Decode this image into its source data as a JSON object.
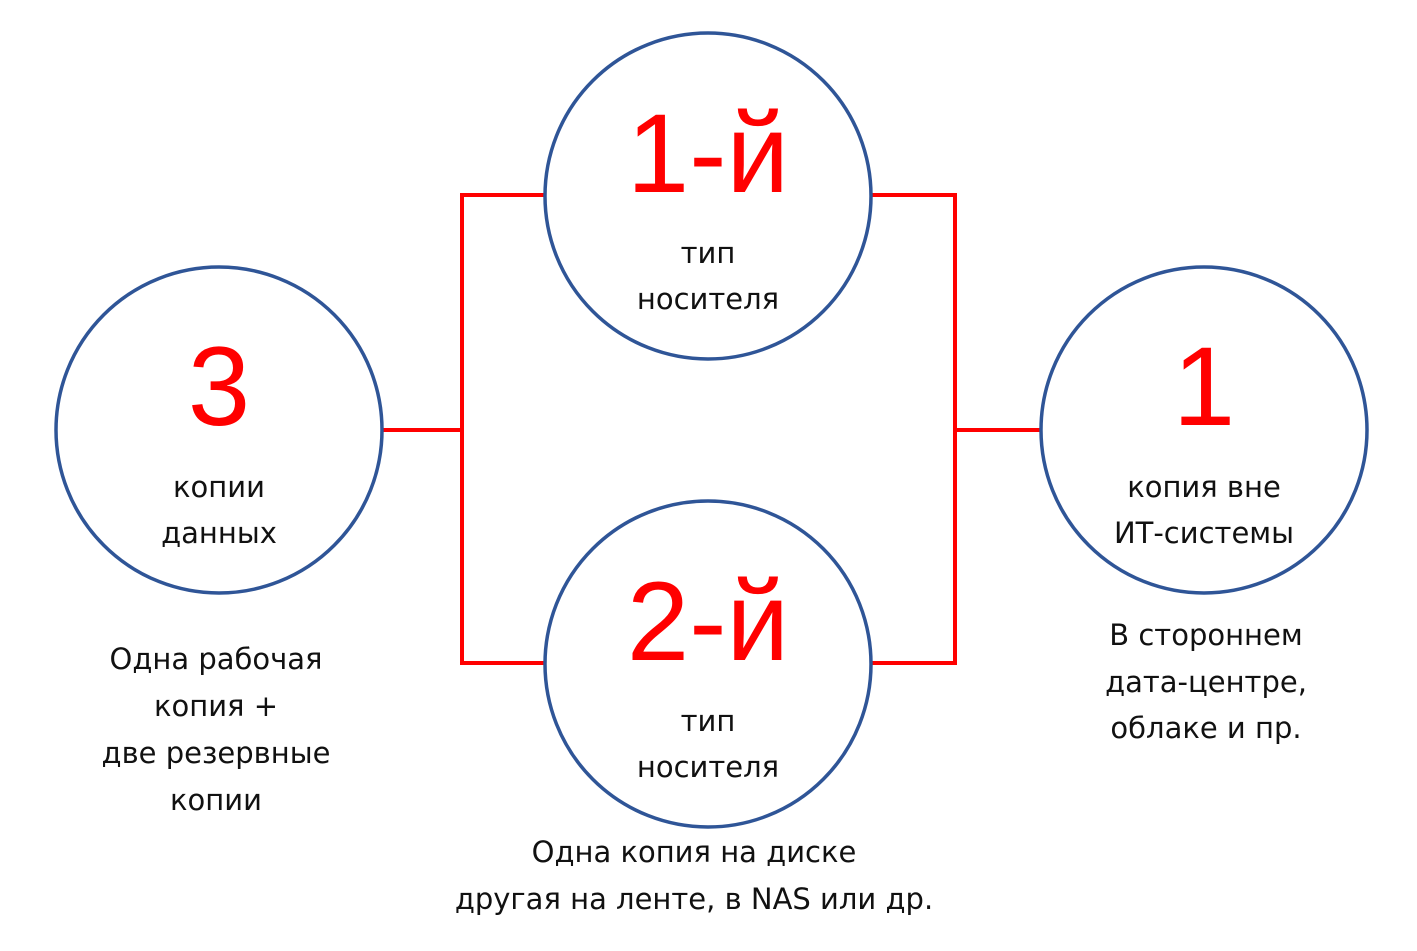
{
  "colors": {
    "accent": "#ff0000",
    "circle_stroke": "#2f5597",
    "text": "#111111"
  },
  "nodes": {
    "copies": {
      "number": "3",
      "line1": "копии",
      "line2": "данных",
      "note": [
        "Одна рабочая",
        "копия +",
        "две резервные",
        "копии"
      ]
    },
    "media1": {
      "number": "1-й",
      "line1": "тип",
      "line2": "носителя"
    },
    "media2": {
      "number": "2-й",
      "line1": "тип",
      "line2": "носителя",
      "note": [
        "Одна копия на диске",
        "другая на ленте, в NAS или др."
      ]
    },
    "offsite": {
      "number": "1",
      "line1": "копия вне",
      "line2": "ИТ-системы",
      "note": [
        "В стороннем",
        "дата-центре,",
        "облаке и пр."
      ]
    }
  }
}
